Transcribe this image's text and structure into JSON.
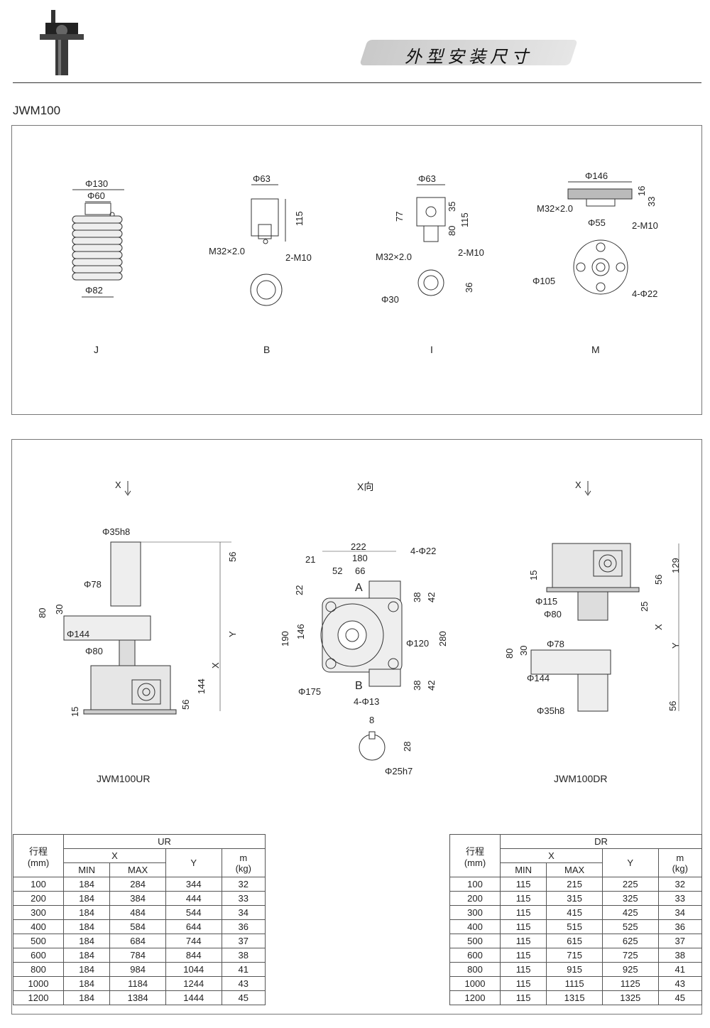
{
  "header": {
    "title": "外型安装尺寸",
    "model": "JWM100"
  },
  "top_views": [
    {
      "key": "J",
      "label": "J",
      "dims": [
        "Φ130",
        "Φ60",
        "Φ82"
      ]
    },
    {
      "key": "B",
      "label": "B",
      "dims": [
        "Φ63",
        "115",
        "M32×2.0",
        "2-M10"
      ]
    },
    {
      "key": "I",
      "label": "I",
      "dims": [
        "Φ63",
        "77",
        "35",
        "80",
        "115",
        "M32×2.0",
        "2-M10",
        "36",
        "Φ30"
      ]
    },
    {
      "key": "M",
      "label": "M",
      "dims": [
        "Φ146",
        "16",
        "33",
        "M32×2.0",
        "Φ55",
        "2-M10",
        "Φ105",
        "4-Φ22"
      ]
    }
  ],
  "bottom_views": {
    "ur_label": "JWM100UR",
    "dr_label": "JWM100DR",
    "x_arrow": "X",
    "x_dir": "X向",
    "ur_dims": [
      "Φ35h8",
      "56",
      "Φ78",
      "80",
      "30",
      "Φ144",
      "Φ80",
      "Y",
      "X",
      "144",
      "56",
      "15"
    ],
    "center_dims": [
      "222",
      "21",
      "180",
      "52",
      "66",
      "4-Φ22",
      "A",
      "38",
      "42",
      "22",
      "190",
      "146",
      "Φ120",
      "280",
      "Φ175",
      "B",
      "4-Φ13",
      "38",
      "42",
      "8",
      "28",
      "Φ25h7"
    ],
    "dr_dims": [
      "129",
      "56",
      "15",
      "Φ115",
      "Φ80",
      "25",
      "X",
      "Y",
      "80",
      "30",
      "Φ78",
      "Φ144",
      "56",
      "Φ35h8"
    ]
  },
  "tables": [
    {
      "name": "UR",
      "headers": {
        "stroke": "行程",
        "unit": "(mm)",
        "x": "X",
        "min": "MIN",
        "max": "MAX",
        "y": "Y",
        "m": "m",
        "kg": "(kg)"
      },
      "rows": [
        [
          "100",
          "184",
          "284",
          "344",
          "32"
        ],
        [
          "200",
          "184",
          "384",
          "444",
          "33"
        ],
        [
          "300",
          "184",
          "484",
          "544",
          "34"
        ],
        [
          "400",
          "184",
          "584",
          "644",
          "36"
        ],
        [
          "500",
          "184",
          "684",
          "744",
          "37"
        ],
        [
          "600",
          "184",
          "784",
          "844",
          "38"
        ],
        [
          "800",
          "184",
          "984",
          "1044",
          "41"
        ],
        [
          "1000",
          "184",
          "1184",
          "1244",
          "43"
        ],
        [
          "1200",
          "184",
          "1384",
          "1444",
          "45"
        ]
      ]
    },
    {
      "name": "DR",
      "headers": {
        "stroke": "行程",
        "unit": "(mm)",
        "x": "X",
        "min": "MIN",
        "max": "MAX",
        "y": "Y",
        "m": "m",
        "kg": "(kg)"
      },
      "rows": [
        [
          "100",
          "115",
          "215",
          "225",
          "32"
        ],
        [
          "200",
          "115",
          "315",
          "325",
          "33"
        ],
        [
          "300",
          "115",
          "415",
          "425",
          "34"
        ],
        [
          "400",
          "115",
          "515",
          "525",
          "36"
        ],
        [
          "500",
          "115",
          "615",
          "625",
          "37"
        ],
        [
          "600",
          "115",
          "715",
          "725",
          "38"
        ],
        [
          "800",
          "115",
          "915",
          "925",
          "41"
        ],
        [
          "1000",
          "115",
          "1115",
          "1125",
          "43"
        ],
        [
          "1200",
          "115",
          "1315",
          "1325",
          "45"
        ]
      ]
    }
  ]
}
